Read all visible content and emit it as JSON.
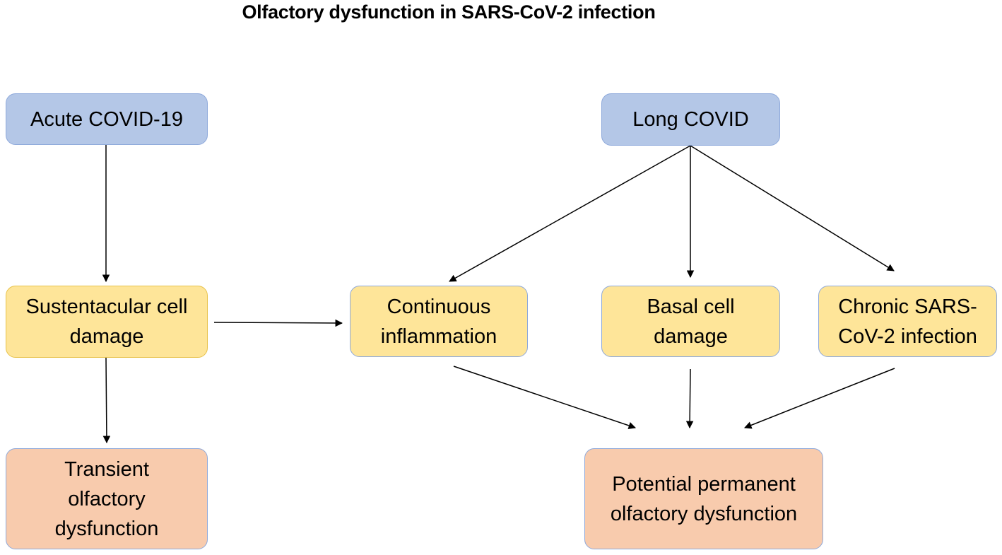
{
  "title": "Olfactory dysfunction in SARS-CoV-2 infection",
  "nodes": {
    "acute": "Acute COVID-19",
    "long": "Long COVID",
    "sustentacular": "Sustentacular cell damage",
    "inflammation": "Continuous inflammation",
    "basal": "Basal cell damage",
    "chronic": "Chronic SARS-CoV-2 infection",
    "transient": "Transient olfactory dysfunction",
    "permanent": "Potential permanent olfactory dysfunction"
  },
  "colors": {
    "blue_fill": "#b4c7e7",
    "yellow_fill": "#fee599",
    "peach_fill": "#f8cbad",
    "arrow": "#000000"
  }
}
